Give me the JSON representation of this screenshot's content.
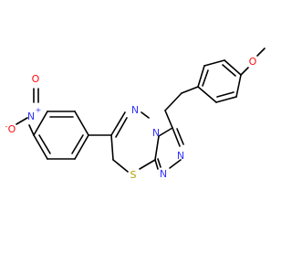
{
  "molecule": {
    "atoms": {
      "n_nitro": "N",
      "charge_plus": "+",
      "o_nitro_top": "O",
      "o_nitro_left": "O",
      "charge_minus": "-",
      "n_thiadiazine": "N",
      "n_bridge": "N",
      "n_triazole_1": "N",
      "n_triazole_2": "N",
      "s_ring": "S",
      "o_methoxy": "O"
    },
    "colors": {
      "bond": "#000000",
      "nitrogen": "#3333ff",
      "oxygen": "#ff0d0d",
      "sulfur": "#b2a300"
    }
  }
}
